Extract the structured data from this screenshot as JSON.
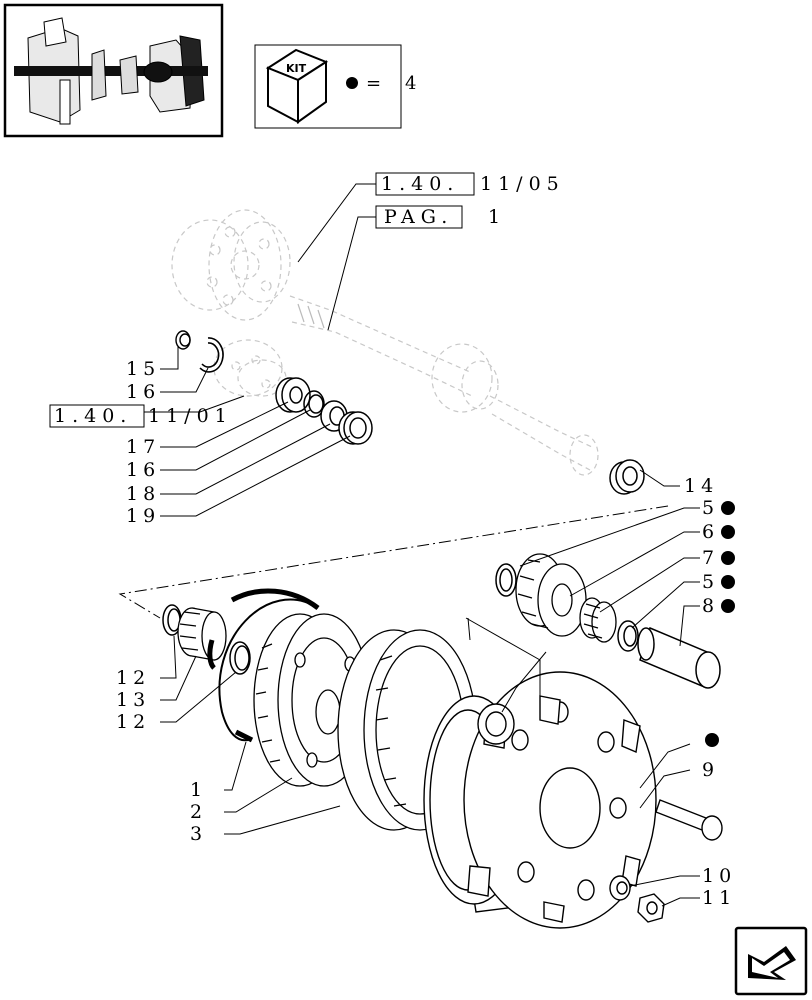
{
  "kit_legend": {
    "kit_label": "KIT",
    "equals": "=",
    "kit_value": "4"
  },
  "references": {
    "ref_a_boxed": "1.40.",
    "ref_a_rest": "11/05",
    "ref_b_boxed": "PAG.",
    "ref_b_rest": "1",
    "ref_c_boxed": "1.40.",
    "ref_c_rest": "11/01"
  },
  "callouts": {
    "c15": "15",
    "c16a": "16",
    "c17": "17",
    "c16b": "16",
    "c18": "18",
    "c19": "19",
    "c14": "14",
    "c5a": "5",
    "c6": "6",
    "c7": "7",
    "c5b": "5",
    "c8": "8",
    "c12a": "12",
    "c13": "13",
    "c12b": "12",
    "c1": "1",
    "c2": "2",
    "c3": "3",
    "c9": "9",
    "c10": "10",
    "c11": "11"
  },
  "icons": {
    "thumbnail": "axle-assembly-thumbnail",
    "kit": "kit-box-icon",
    "bullet": "kit-bullet-icon",
    "next": "next-page-arrow-icon"
  }
}
